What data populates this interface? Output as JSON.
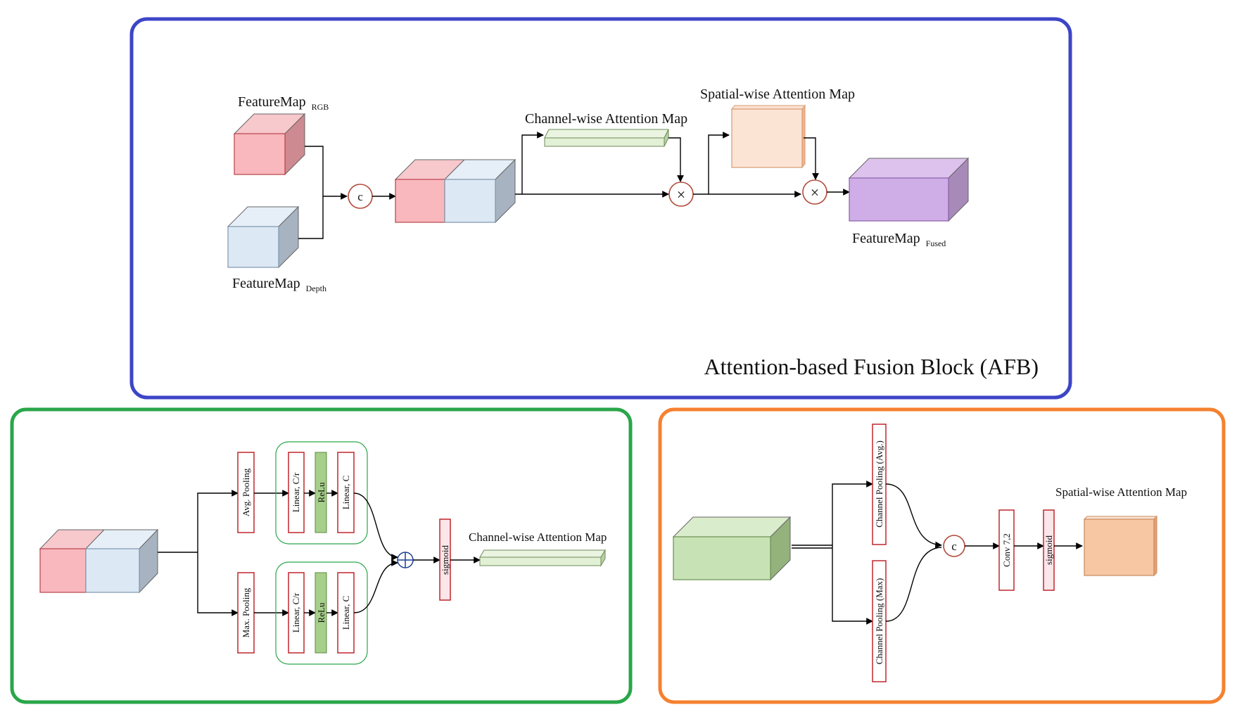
{
  "afb": {
    "title": "Attention-based Fusion Block (AFB)",
    "feature_rgb": {
      "main": "FeatureMap",
      "sub": "RGB"
    },
    "feature_depth": {
      "main": "FeatureMap",
      "sub": "Depth"
    },
    "feature_fused": {
      "main": "FeatureMap",
      "sub": "Fused"
    },
    "channel_map_label": "Channel-wise Attention Map",
    "spatial_map_label": "Spatial-wise Attention Map",
    "concat_symbol": "c",
    "multiply_symbol": "×",
    "border_color": "#3d45c7"
  },
  "channel_module": {
    "border_color": "#2aa64a",
    "avg_pool": "Avg. Pooling",
    "max_pool": "Max. Pooling",
    "linear_reduce": "Linear, C/r",
    "relu": "ReLu",
    "linear_expand": "Linear, C",
    "sigmoid": "sigmoid",
    "output_label": "Channel-wise Attention Map"
  },
  "spatial_module": {
    "border_color": "#f5812f",
    "avg_pool": "Channel Pooling (Avg.)",
    "max_pool": "Channel Pooling (Max)",
    "concat_symbol": "c",
    "conv": "Conv 7,2",
    "sigmoid": "sigmoid",
    "output_label": "Spatial-wise Attention Map"
  }
}
